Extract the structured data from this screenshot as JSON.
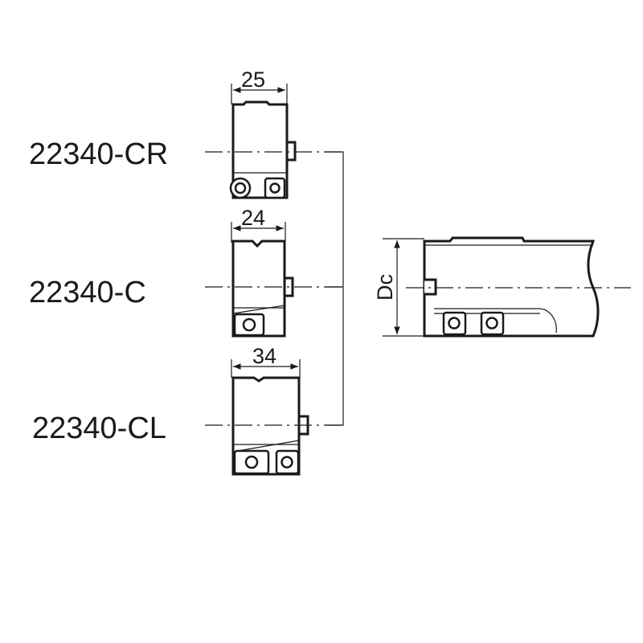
{
  "labels": {
    "cr": "22340-CR",
    "c": "22340-C",
    "cl": "22340-CL"
  },
  "dimensions": {
    "cr_width": "25",
    "c_width": "24",
    "cl_width": "34",
    "diameter": "Dc"
  },
  "colors": {
    "line": "#1a1a1a",
    "background": "#ffffff"
  }
}
